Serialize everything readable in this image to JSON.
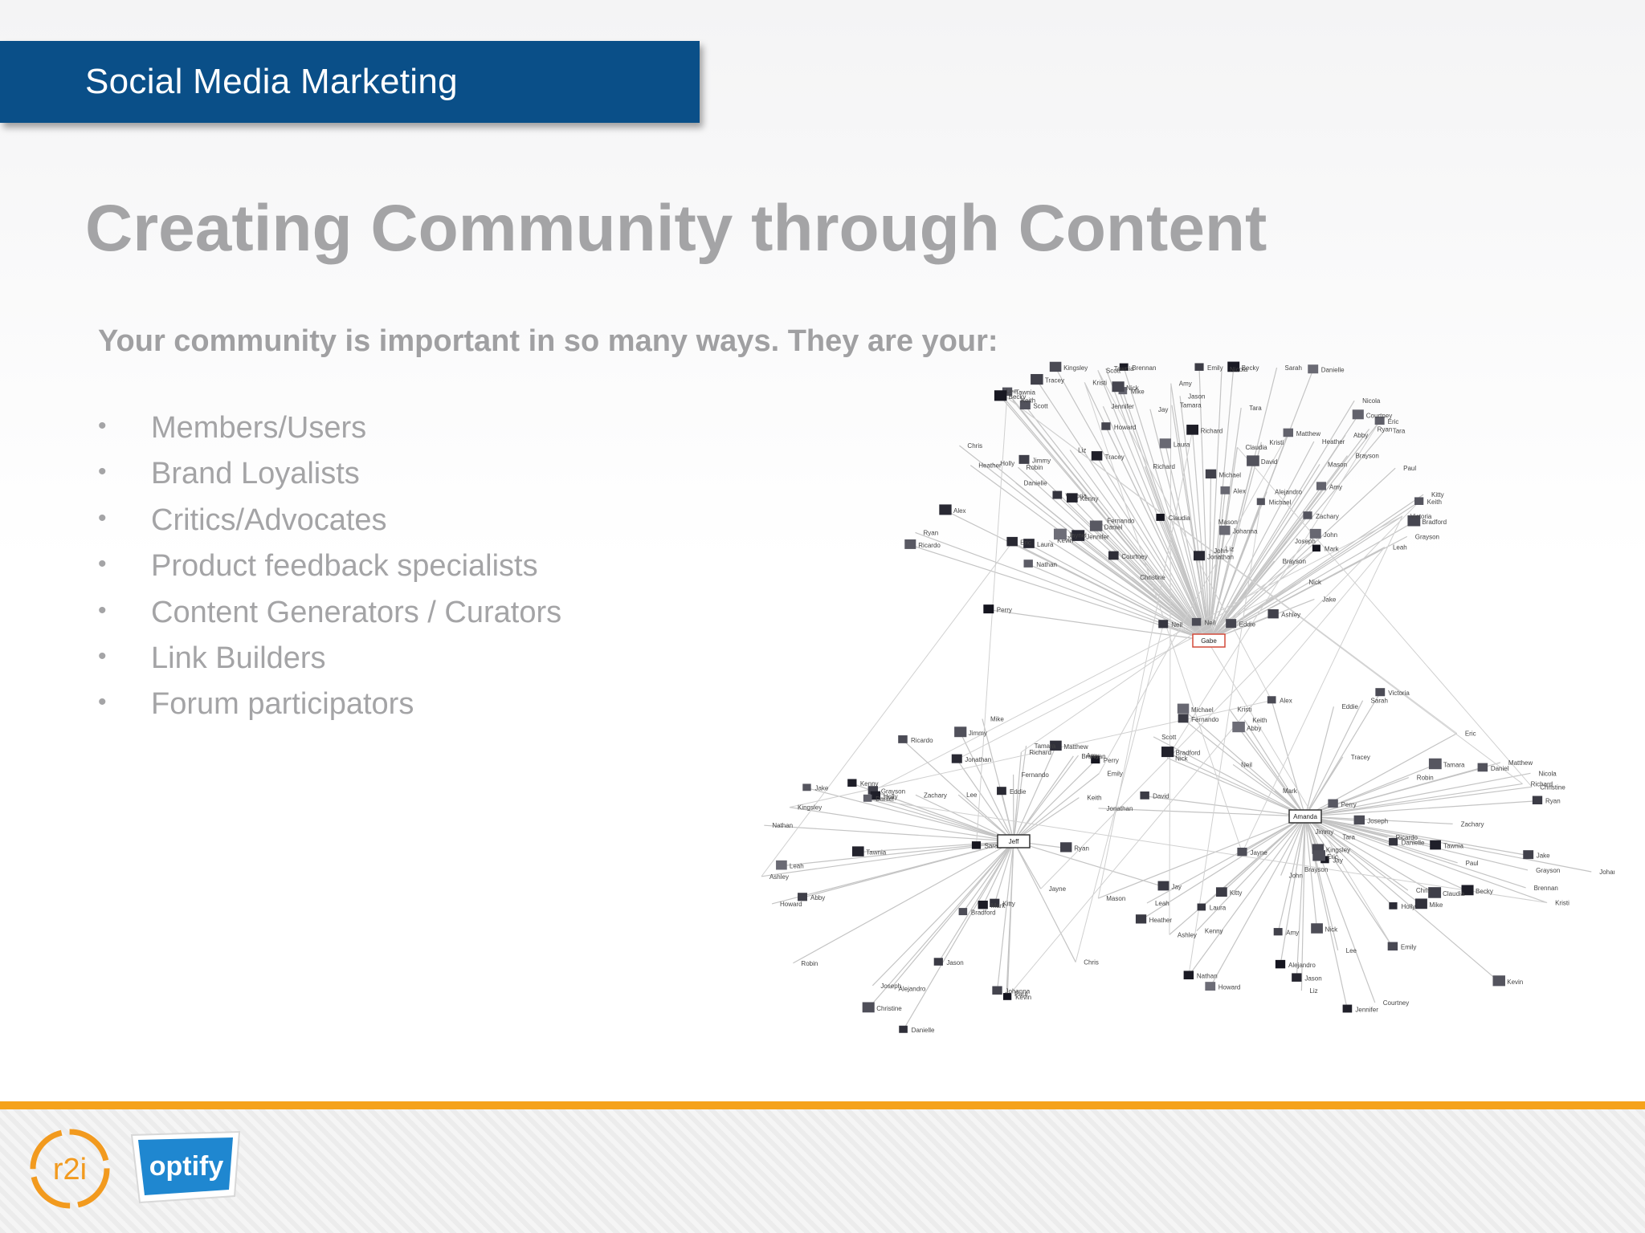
{
  "header": {
    "label": "Social Media Marketing",
    "color": "#0a4f88"
  },
  "title": "Creating Community through Content",
  "intro": "Your community is important in so many ways. They are your:",
  "bullets": [
    "Members/Users",
    "Brand Loyalists",
    "Critics/Advocates",
    "Product feedback specialists",
    "Content Generators / Curators",
    "Link Builders",
    "Forum participators"
  ],
  "bullet_symbol": "•",
  "graph_labels": {
    "hub_top": "Gabe",
    "hub_left": "Jeff",
    "hub_right": "Amanda",
    "other": [
      "Keith",
      "Danielle",
      "Amy",
      "Tawnia",
      "Richard",
      "Ryan",
      "Nick",
      "Kristi",
      "Eric",
      "Courtney",
      "Brayson",
      "Michael",
      "David",
      "John",
      "Victoria",
      "Laura",
      "Heather",
      "Scott",
      "Mason",
      "Neil",
      "Becky",
      "Jennifer",
      "Tracey",
      "Tara",
      "Nicola",
      "Claudia",
      "Liz",
      "Alex",
      "Perry",
      "Abby",
      "Bradford",
      "Howard",
      "Leah",
      "Mike",
      "Jake",
      "Grayson",
      "Kitty",
      "Kevin",
      "Matthew",
      "Robin",
      "Jay",
      "Jayne",
      "Lee",
      "Eddie",
      "Emily",
      "Ashley",
      "Tamara",
      "Zachary",
      "Christine",
      "Fernando",
      "Sarah",
      "Kingsley",
      "Brennan",
      "Johanna",
      "Jonathan",
      "Ricardo",
      "Nathan",
      "Alejandro",
      "Kenny",
      "Joseph",
      "Holly",
      "Mark",
      "Daniel",
      "Jason",
      "Paul",
      "Jimmy",
      "Chris"
    ]
  },
  "colors": {
    "footer_line": "#f5a21b",
    "text_gray": "#a4a4a6"
  },
  "logos": {
    "left": "r2i",
    "right": "optify"
  }
}
